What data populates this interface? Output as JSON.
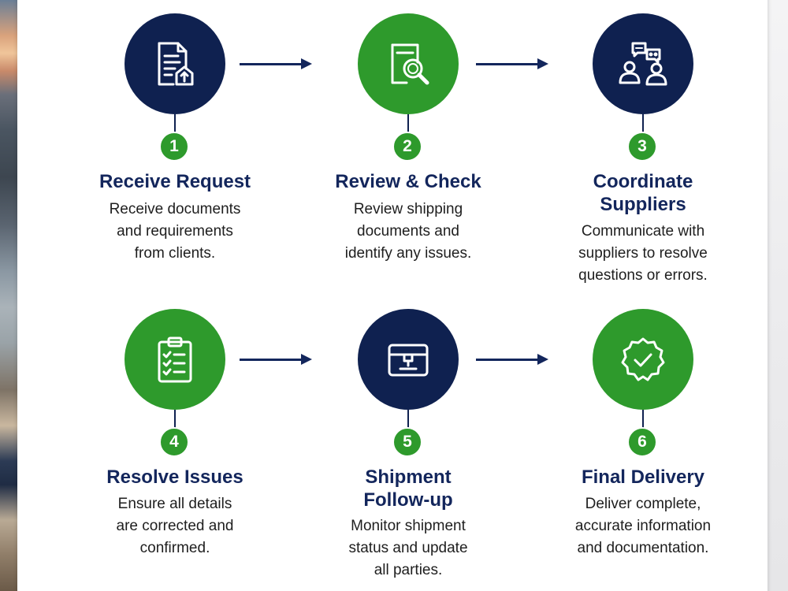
{
  "steps": [
    {
      "number": "1",
      "title": "Receive Request",
      "description": [
        "Receive documents",
        "and requirements",
        "from clients."
      ],
      "icon": "document-upload-icon",
      "color": "#0f2150"
    },
    {
      "number": "2",
      "title": "Review & Check",
      "description": [
        "Review shipping",
        "documents and",
        "identify any issues."
      ],
      "icon": "document-search-icon",
      "color": "#2e9a2c"
    },
    {
      "number": "3",
      "title_lines": [
        "Coordinate",
        "Suppliers"
      ],
      "description": [
        "Communicate with",
        "suppliers to resolve",
        "questions or errors."
      ],
      "icon": "people-chat-icon",
      "color": "#0f2150"
    },
    {
      "number": "4",
      "title": "Resolve Issues",
      "description": [
        "Ensure all details",
        "are corrected and",
        "confirmed."
      ],
      "icon": "checklist-clipboard-icon",
      "color": "#2e9a2c"
    },
    {
      "number": "5",
      "title_lines": [
        "Shipment",
        "Follow-up"
      ],
      "description": [
        "Monitor shipment",
        "status and update",
        "all parties."
      ],
      "icon": "package-box-icon",
      "color": "#0f2150"
    },
    {
      "number": "6",
      "title": "Final Delivery",
      "description": [
        "Deliver complete,",
        "accurate information",
        "and documentation."
      ],
      "icon": "verified-badge-icon",
      "color": "#2e9a2c"
    }
  ],
  "colors": {
    "navy": "#0f2150",
    "green": "#2e9a2c",
    "title_text": "#13265c"
  }
}
